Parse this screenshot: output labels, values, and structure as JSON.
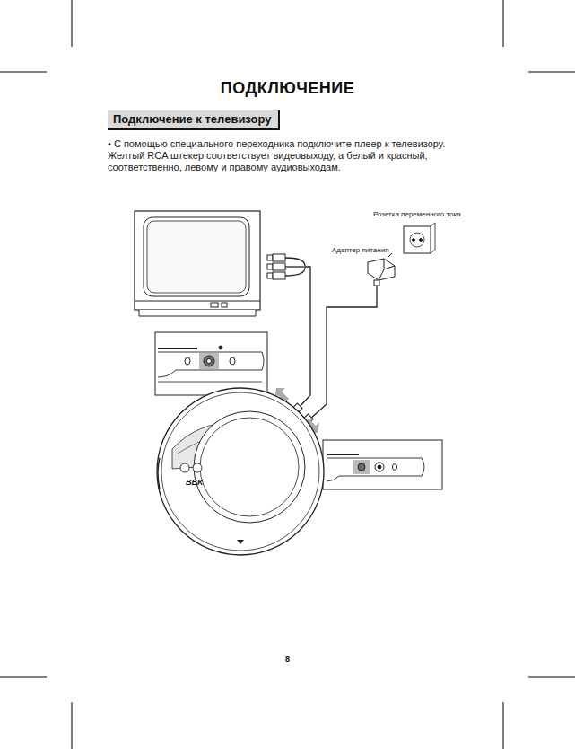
{
  "diagram": {
    "title": "ПОДКЛЮЧЕНИЕ",
    "nodes": [
      {
        "text": [
          "Подключение к телевизору"
        ]
      }
    ],
    "labels": [
      "• С помощью специального переходника подключите плеер к телевизору. Желтый RCA штекер соответствует видеовыходу, а белый и красный, соответственно, левому и правому аудиовыходам.",
      "Розетка переменного тока",
      "Адаптер питания",
      "BBK",
      "8"
    ]
  }
}
